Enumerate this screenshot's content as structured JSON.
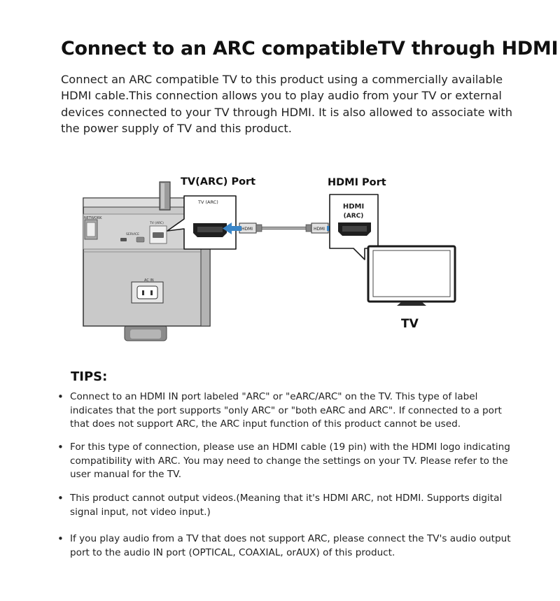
{
  "title": "Connect to an ARC compatibleTV through HDMI",
  "intro": "Connect an ARC compatible TV to this product using a commercially available HDMI cable.This connection allows you to play audio from your TV or external devices connected to your TV through HDMI. It is also allowed to associate with the power supply of TV and this product.",
  "diagram": {
    "label_tv_arc_port": "TV(ARC) Port",
    "label_hdmi_port": "HDMI Port",
    "label_tv": "TV",
    "port_label_tv_arc": "TV (ARC)",
    "port_label_hdmi_line1": "HDMI",
    "port_label_hdmi_line2": "(ARC)",
    "plug_label_left": "HDMI",
    "plug_label_right": "HDMI",
    "rear_label_network": "NETWORK",
    "rear_label_service": "SERVICE",
    "rear_label_tv_arc_small": "TV (ARC)",
    "rear_label_ac_in": "AC IN",
    "arrow_color": "#3a86c8"
  },
  "tips": {
    "heading": "TIPS:",
    "items": [
      "Connect to an HDMI IN port labeled \"ARC\" or \"eARC/ARC\" on the TV. This type of label indicates that the port supports \"only ARC\" or \"both eARC and ARC\". If connected to a port that does not support ARC, the ARC input function of this product cannot be used.",
      "For this type of connection, please use an HDMI cable (19 pin) with the HDMI logo indicating compatibility with ARC. You may need to change the settings on your TV. Please refer to the user manual for the TV.",
      "This product cannot output videos.(Meaning that it's HDMI ARC, not HDMI. Supports digital signal input, not video input.)",
      "If you play audio from a TV that does not support ARC, please connect the TV's audio output port to the audio IN port (OPTICAL, COAXIAL, orAUX) of this product."
    ]
  }
}
